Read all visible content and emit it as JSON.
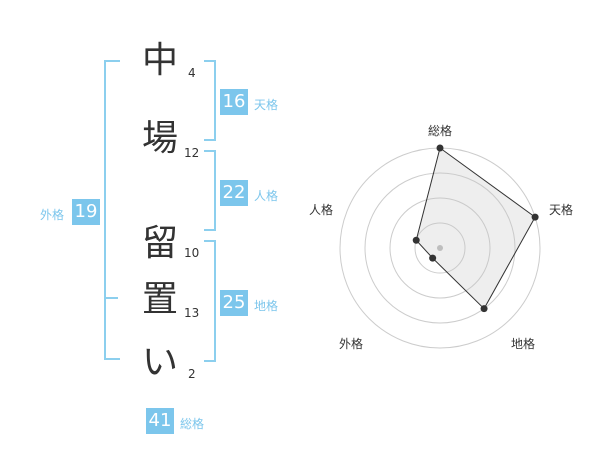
{
  "name": {
    "chars": [
      {
        "char": "中",
        "strokes": "4"
      },
      {
        "char": "場",
        "strokes": "12"
      },
      {
        "char": "留",
        "strokes": "10"
      },
      {
        "char": "置",
        "strokes": "13"
      },
      {
        "char": "い",
        "strokes": "2"
      }
    ]
  },
  "fortunes": {
    "tenkaku": {
      "value": "16",
      "label": "天格"
    },
    "jinkaku": {
      "value": "22",
      "label": "人格"
    },
    "chikaku": {
      "value": "25",
      "label": "地格"
    },
    "gaikaku": {
      "value": "19",
      "label": "外格"
    },
    "soukaku": {
      "value": "41",
      "label": "総格"
    }
  },
  "colors": {
    "accent": "#7cc6ec",
    "bracket": "#8ccfee"
  },
  "chart_data": {
    "type": "radar",
    "axes": [
      "総格",
      "天格",
      "地格",
      "外格",
      "人格"
    ],
    "values": [
      4,
      4,
      3,
      0.5,
      1
    ],
    "range": [
      0,
      4
    ],
    "rings": 4
  }
}
